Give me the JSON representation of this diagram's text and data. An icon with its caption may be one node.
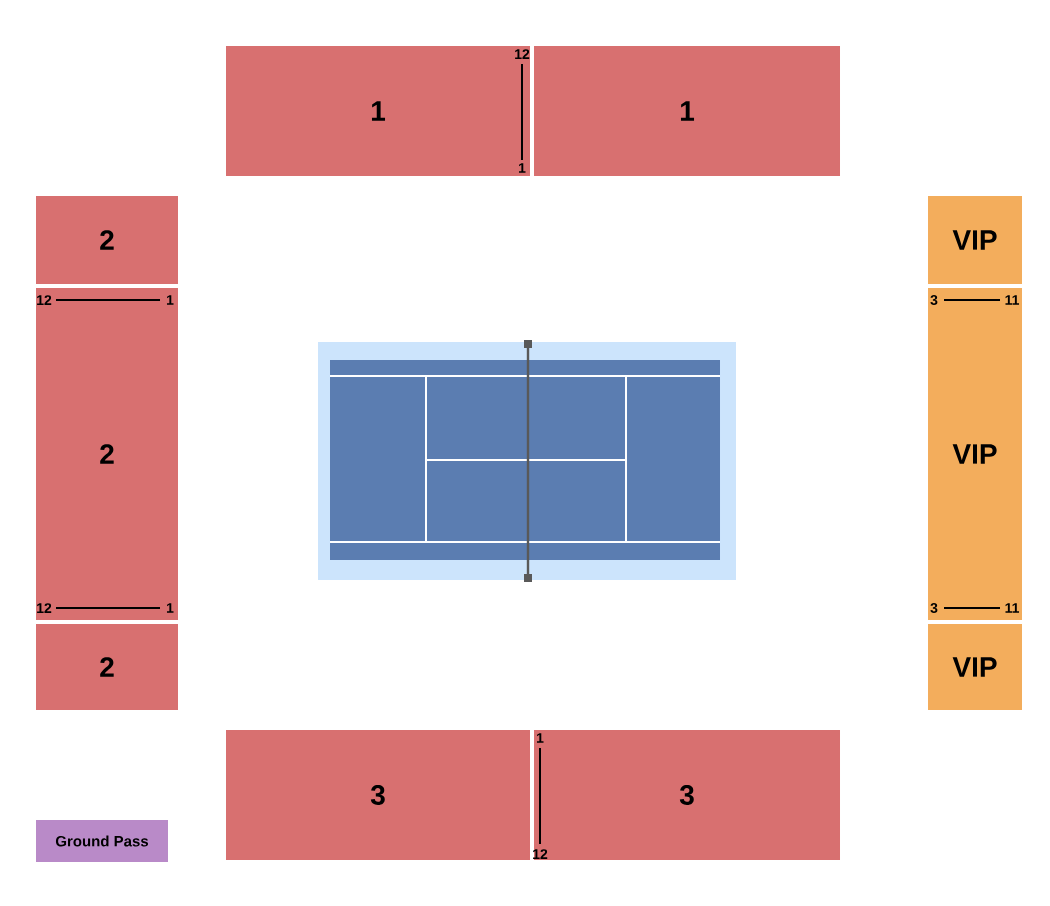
{
  "diagram": {
    "nodes": [
      {
        "text": [
          "1"
        ]
      },
      {
        "text": [
          "1"
        ]
      },
      {
        "text": [
          "2"
        ]
      },
      {
        "text": [
          "2"
        ]
      },
      {
        "text": [
          "2"
        ]
      },
      {
        "text": [
          "VIP"
        ]
      },
      {
        "text": [
          "VIP"
        ]
      },
      {
        "text": [
          "VIP"
        ]
      },
      {
        "text": [
          "3"
        ]
      },
      {
        "text": [
          "3"
        ]
      },
      {
        "text": [
          "Ground Pass"
        ]
      }
    ],
    "labels": [
      "12",
      "1",
      "12",
      "1",
      "3",
      "11",
      "12",
      "1",
      "3",
      "11",
      "1",
      "12"
    ]
  }
}
